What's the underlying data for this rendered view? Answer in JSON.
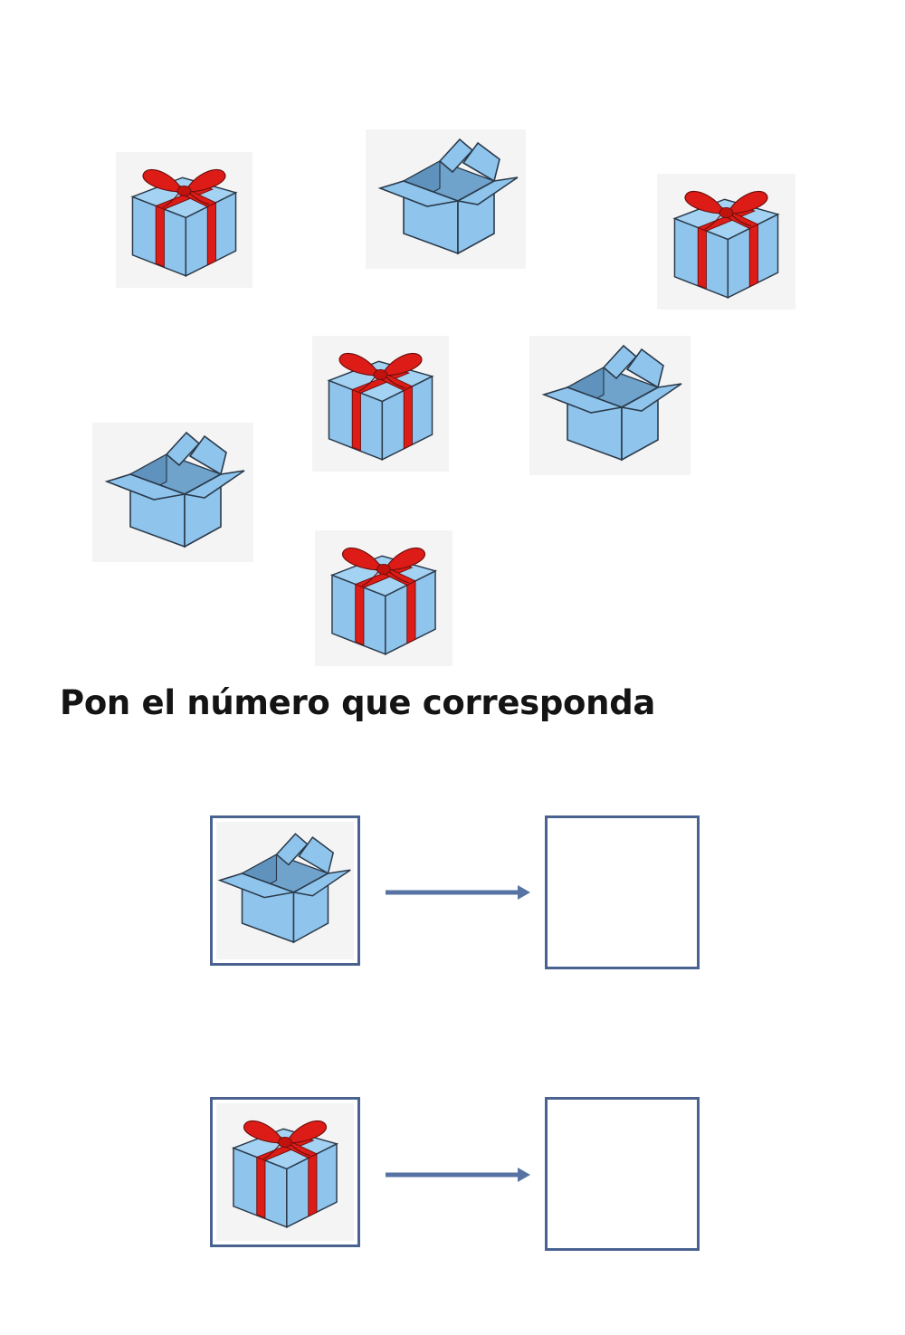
{
  "instruction": "Pon el número que corresponda",
  "colors": {
    "box_blue": "#8fc4ec",
    "box_inner": "#6fa3cc",
    "ribbon_red": "#dd1c17",
    "frame_blue": "#4a6290",
    "arrow_blue": "#5673a4"
  },
  "scene_items": [
    {
      "type": "wrapped-gift",
      "icon": "wrapped-gift-icon"
    },
    {
      "type": "open-box",
      "icon": "open-box-icon"
    },
    {
      "type": "wrapped-gift",
      "icon": "wrapped-gift-icon"
    },
    {
      "type": "wrapped-gift",
      "icon": "wrapped-gift-icon"
    },
    {
      "type": "open-box",
      "icon": "open-box-icon"
    },
    {
      "type": "open-box",
      "icon": "open-box-icon"
    },
    {
      "type": "wrapped-gift",
      "icon": "wrapped-gift-icon"
    }
  ],
  "counting_rows": [
    {
      "item": "open-box",
      "icon": "open-box-icon",
      "answer": ""
    },
    {
      "item": "wrapped-gift",
      "icon": "wrapped-gift-icon",
      "answer": ""
    }
  ]
}
